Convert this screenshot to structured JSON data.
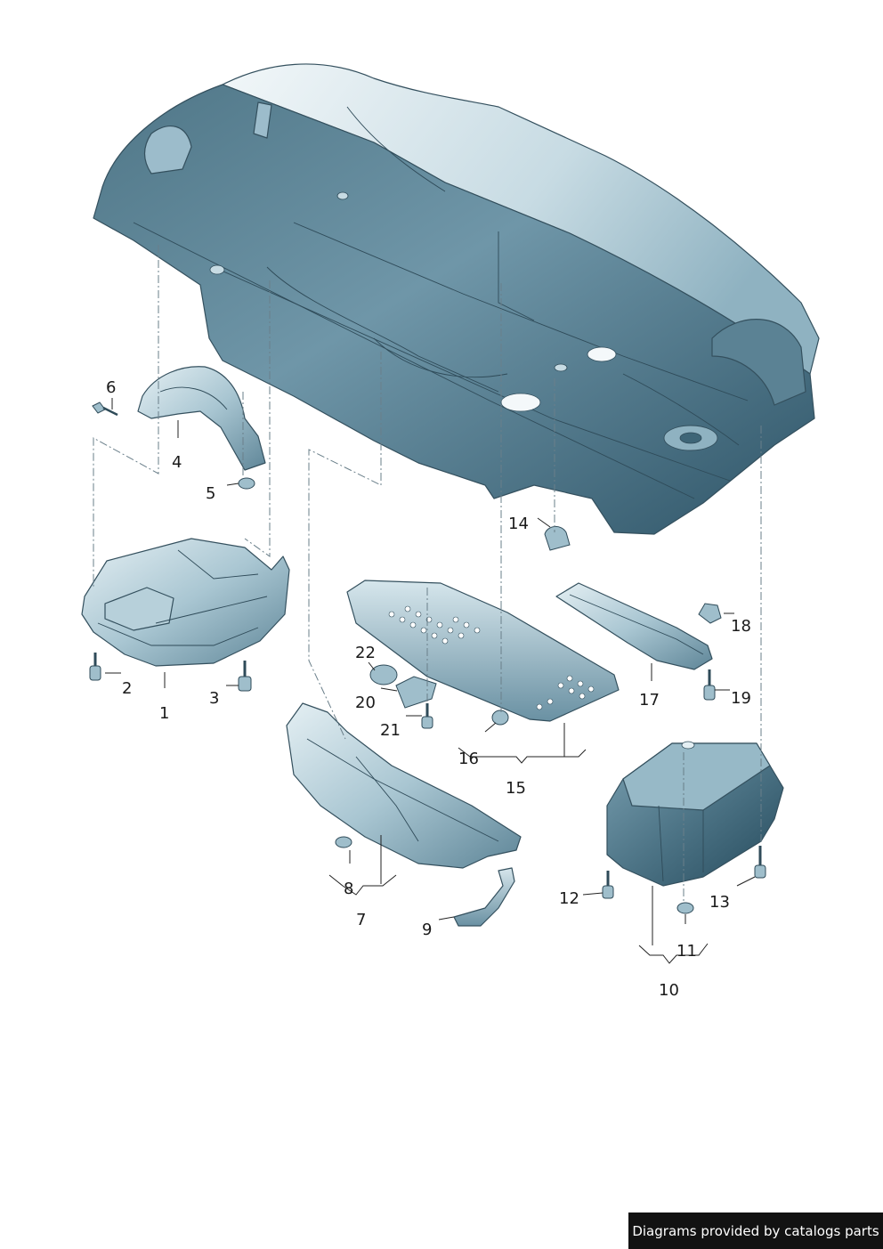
{
  "callouts": [
    {
      "id": "1",
      "label": "1"
    },
    {
      "id": "2",
      "label": "2"
    },
    {
      "id": "3",
      "label": "3"
    },
    {
      "id": "4",
      "label": "4"
    },
    {
      "id": "5",
      "label": "5"
    },
    {
      "id": "6",
      "label": "6"
    },
    {
      "id": "7",
      "label": "7"
    },
    {
      "id": "8",
      "label": "8"
    },
    {
      "id": "9",
      "label": "9"
    },
    {
      "id": "10",
      "label": "10"
    },
    {
      "id": "11",
      "label": "11"
    },
    {
      "id": "12",
      "label": "12"
    },
    {
      "id": "13",
      "label": "13"
    },
    {
      "id": "14",
      "label": "14"
    },
    {
      "id": "15",
      "label": "15"
    },
    {
      "id": "16",
      "label": "16"
    },
    {
      "id": "17",
      "label": "17"
    },
    {
      "id": "18",
      "label": "18"
    },
    {
      "id": "19",
      "label": "19"
    },
    {
      "id": "20",
      "label": "20"
    },
    {
      "id": "21",
      "label": "21"
    },
    {
      "id": "22",
      "label": "22"
    }
  ],
  "credit": "Diagrams provided by catalogs parts",
  "colors": {
    "part_light": "#c3d8e0",
    "part_mid": "#7fa3b3",
    "part_dark": "#2f5568",
    "outline": "#34505e",
    "credit_bg": "#121212"
  }
}
